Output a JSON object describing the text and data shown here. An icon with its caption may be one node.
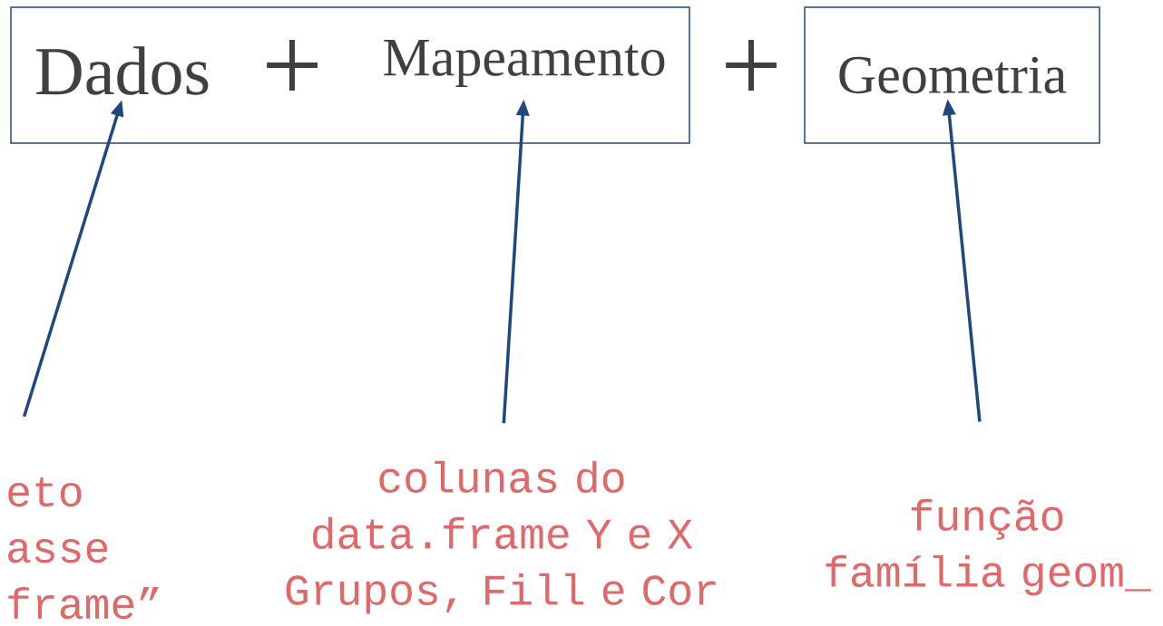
{
  "diagram": {
    "nodes": [
      {
        "text": [],
        "shape": "box"
      },
      {
        "text": [
          "Dados"
        ],
        "in": 0
      },
      {
        "text": [
          "Mapeamento"
        ],
        "in": 0
      },
      {
        "text": [
          "Geometria"
        ]
      },
      {
        "text": [
          "eto asse frame”"
        ]
      },
      {
        "text": [
          "colunas do data.frame Y e X Grupos, Fill e Cor"
        ]
      },
      {
        "text": [
          "função família geom_"
        ]
      }
    ],
    "edges": [
      {
        "from": 4,
        "to": 1,
        "arrow": "to"
      },
      {
        "from": 5,
        "to": 2,
        "arrow": "to"
      },
      {
        "from": 6,
        "to": 3,
        "arrow": "to"
      }
    ],
    "labels": [
      "+",
      "+"
    ]
  }
}
